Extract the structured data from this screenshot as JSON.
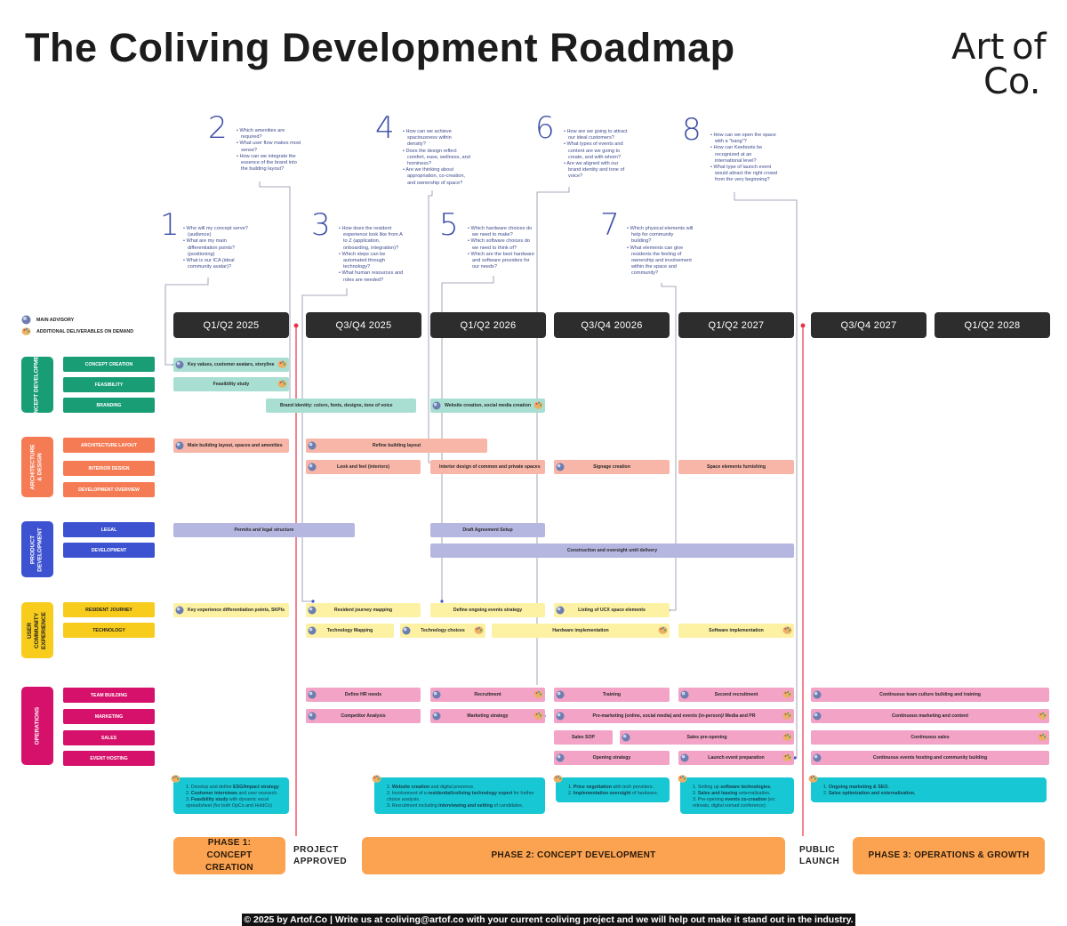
{
  "title": "The Coliving Development Roadmap",
  "logo": {
    "line1": "Art",
    "line2": "of",
    "line3": "Co."
  },
  "legend": {
    "advisory": "MAIN ADVISORY",
    "deliverables": "ADDITIONAL DELIVERABLES ON DEMAND"
  },
  "questions": [
    {
      "num": "1",
      "items": [
        "Who will my concept serve? (audience)",
        "What are my main differentiation points? (positioning)",
        "What is our ICA (ideal community avatar)?"
      ]
    },
    {
      "num": "2",
      "items": [
        "Which amenities are required?",
        "What user flow makes most sense?",
        "How can we integrate the essence of the brand into the building layout?"
      ]
    },
    {
      "num": "3",
      "items": [
        "How does the resident experience look like from A to Z (application, onboarding, integration)?",
        "Which steps can be automated through technology?",
        "What human resources and roles are needed?"
      ]
    },
    {
      "num": "4",
      "items": [
        "How can we achieve spaciousness within density?",
        "Does the design reflect comfort, ease, wellness, and hominess?",
        "Are we thinking about appropriation, co-creation, and ownership of space?"
      ]
    },
    {
      "num": "5",
      "items": [
        "Which hardware choices do we need to make?",
        "Which software choices do we need to think of?",
        "Which are the best hardware and software providers for our needs?"
      ]
    },
    {
      "num": "6",
      "items": [
        "How are we going to attract our ideal customers?",
        "What types of events and content are we going to create, and with whom?",
        "Are we aligned with our brand identity and tone of voice?"
      ]
    },
    {
      "num": "7",
      "items": [
        "Which physical elements will help for community building?",
        "What elements can give residents the feeling of ownership and involvement within the space and community?"
      ]
    },
    {
      "num": "8",
      "items": [
        "How can we open the space with a \"bang\"?",
        "How can Keeboots be recognized at an international level?",
        "What type of launch event would attract the right crowd from the very beginning?"
      ]
    }
  ],
  "periods": [
    "Q1/Q2 2025",
    "Q3/Q4 2025",
    "Q1/Q2 2026",
    "Q3/Q4 20026",
    "Q1/Q2 2027",
    "Q3/Q4 2027",
    "Q1/Q2 2028"
  ],
  "categories": [
    {
      "label": "CONCEPT DEVELOPMENT",
      "color": "#189d74",
      "subs": [
        "CONCEPT CREATION",
        "FEASIBILITY",
        "BRANDING"
      ]
    },
    {
      "label": "ARCHITECTURE & DESIGN",
      "color": "#f57b54",
      "subs": [
        "ARCHITECTURE LAYOUT",
        "INTERIOR DESIGN",
        "DEVELOPMENT OVERVIEW"
      ]
    },
    {
      "label": "PRODUCT DEVELOPMENT",
      "color": "#3d52d0",
      "subs": [
        "LEGAL",
        "DEVELOPMENT"
      ]
    },
    {
      "label": "USER COMMUNITY EXPERIENCE",
      "color": "#f7cc1d",
      "subs": [
        "RESIDENT JOURNEY",
        "TECHNOLOGY"
      ]
    },
    {
      "label": "OPERATIONS",
      "color": "#d6116b",
      "subs": [
        "TEAM BUILDING",
        "MARKETING",
        "SALES",
        "EVENT HOSTING"
      ]
    }
  ],
  "tasks": {
    "key_values": "Key values, customer avatars, storyline",
    "feasibility_study": "Feasibility study",
    "brand_identity": "Brand identity: colors, fonts, designs, tone of voice",
    "website_creation": "Website creation, social media creation",
    "main_building_layout": "Main building layout, spaces and amenities",
    "refine_building_layout": "Refine building layout",
    "look_and_feel": "Look and feel (interiors)",
    "interior_design_common": "Interior design of common and private spaces",
    "signage_creation": "Signage creation",
    "space_elements": "Space elements furnishing",
    "permits": "Permits and legal structure",
    "draft_agreement": "Draft Agreement Setup",
    "construction": "Construction and oversight until delivery",
    "key_experience": "Key experience differentiation points, SKPIs",
    "resident_journey_mapping": "Resident journey mapping",
    "define_events_strategy": "Define ongoing events strategy",
    "listing_ucx": "Listing of UCX space elements",
    "technology_mapping": "Technology Mapping",
    "technology_choices": "Technology choices",
    "hardware_implementation": "Hardware implementation",
    "software_implementation": "Software implementation",
    "define_hr_needs": "Define HR needs",
    "recruitment": "Recruitment",
    "training": "Training",
    "second_recruitment": "Second recruitment",
    "continuous_team_culture": "Continuous team culture building and training",
    "competitor_analysis": "Competitor Analysis",
    "marketing_strategy": "Marketing strategy",
    "pre_marketing": "Pre-marketing (online, social media) and events (in-person)/ Media and PR",
    "continuous_marketing": "Continuous marketing and content",
    "sales_sop": "Sales SOP",
    "sales_pre_opening": "Sales pre-opening",
    "continuous_sales": "Continuous sales",
    "opening_strategy": "Opening strategy",
    "launch_event": "Launch event preparation",
    "continuous_events": "Continuous events hosting and community building"
  },
  "deliverables": {
    "box1": [
      {
        "pre": "Develop and define ",
        "bold": "ESG/Impact strategy",
        "post": ""
      },
      {
        "pre": "",
        "bold": "Customer interviews",
        "post": " and user research."
      },
      {
        "pre": "",
        "bold": "Feasibility study",
        "post": " with dynamic excel spreadsheet (for both OpCo and HoldCo)"
      }
    ],
    "box2": [
      {
        "pre": "",
        "bold": "Website creation",
        "post": " and digital presence."
      },
      {
        "pre": "Involvement of a ",
        "bold": "residential/coliving technology expert",
        "post": " for further choice analysis."
      },
      {
        "pre": "Recruitment including ",
        "bold": "interviewing and vetting",
        "post": " of candidates."
      }
    ],
    "box3": [
      {
        "pre": "",
        "bold": "Price negotiation",
        "post": " with tech providers."
      },
      {
        "pre": "",
        "bold": "Implementation oversight",
        "post": " of hardware."
      }
    ],
    "box4": [
      {
        "pre": "Setting up ",
        "bold": "software technologies.",
        "post": ""
      },
      {
        "pre": "",
        "bold": "Sales and leasing",
        "post": " externalization."
      },
      {
        "pre": "Pre-opening ",
        "bold": "events co-creation",
        "post": " (ex: retreats, digital nomad conference)"
      }
    ],
    "box5": [
      {
        "pre": "",
        "bold": "Ongoing marketing & SEO.",
        "post": ""
      },
      {
        "pre": "",
        "bold": "Sales optimization and externalization.",
        "post": ""
      }
    ]
  },
  "phases": {
    "phase1": "PHASE 1: CONCEPT CREATION",
    "phase2": "PHASE 2: CONCEPT DEVELOPMENT",
    "phase3": "PHASE 3: OPERATIONS & GROWTH"
  },
  "milestones": {
    "project_approved": "PROJECT APPROVED",
    "public_launch": "PUBLIC LAUNCH"
  },
  "footer": "© 2025 by Artof.Co | Write us at coliving@artof.co with your current coliving project and we will help out make it stand out in the industry.",
  "colors": {
    "teal": "#a9dfd2",
    "salmon": "#f8b6a8",
    "lavender": "#b6b7e1",
    "yellow": "#fdf1a4",
    "pink": "#f2a3c6",
    "cyan": "#17c7d3",
    "phase": "#fba351",
    "milestone_line": "#e8334a",
    "question_number": "#3d4ea6"
  }
}
